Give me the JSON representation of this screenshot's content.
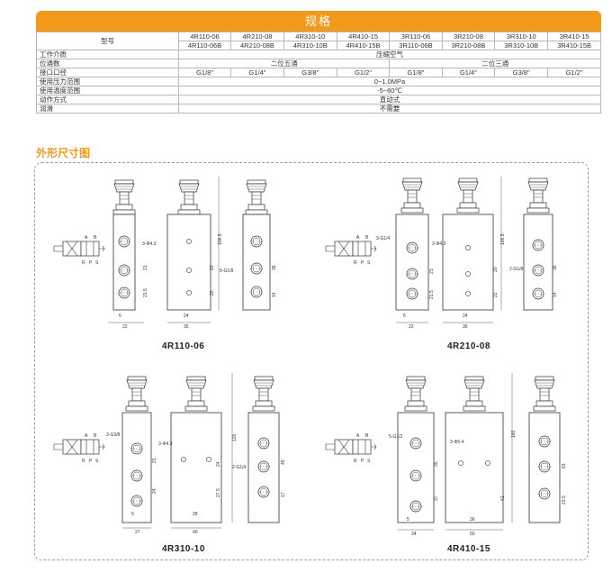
{
  "spec": {
    "title": "规格",
    "model_label": "型号",
    "models_5way_row1": [
      "4R110-06",
      "4R210-08",
      "4R310-10",
      "4R410-15"
    ],
    "models_5way_row2": [
      "4R110-06B",
      "4R210-08B",
      "4R310-10B",
      "4R410-15B"
    ],
    "models_3way_row1": [
      "3R110-06",
      "3R210-08",
      "3R310-10",
      "3R410-15"
    ],
    "models_3way_row2": [
      "3R110-06B",
      "3R210-08B",
      "3R310-10B",
      "3R410-15B"
    ],
    "rows": {
      "medium": {
        "label": "工作介质",
        "value": "压缩空气"
      },
      "positions": {
        "label": "位通数",
        "five": "二位五通",
        "three": "二位三通"
      },
      "port": {
        "label": "接口口径",
        "values": [
          "G1/8\"",
          "G1/4\"",
          "G3/8\"",
          "G1/2\"",
          "G1/8\"",
          "G1/4\"",
          "G3/8\"",
          "G1/2\""
        ]
      },
      "pressure": {
        "label": "使用压力范围",
        "value": "0~1.0MPa"
      },
      "temperature": {
        "label": "使用温度范围",
        "value": "-5~60℃"
      },
      "action": {
        "label": "动作方式",
        "value": "直动式"
      },
      "lube": {
        "label": "润滑",
        "value": "不需要"
      }
    }
  },
  "dimensions": {
    "title": "外形尺寸图",
    "symbol_ports_top": [
      "A",
      "B"
    ],
    "symbol_ports_bottom": [
      "R",
      "P",
      "S"
    ],
    "drawings": [
      {
        "model": "4R110-06",
        "hole_a": "3-Φ4.3",
        "port": "5-G1/8",
        "height": "106.5",
        "dims": [
          "21",
          "21.5",
          "5",
          "22",
          "24",
          "35",
          "20",
          "22",
          "36",
          "14"
        ]
      },
      {
        "model": "4R210-08",
        "hole_a": "3-G1/4",
        "hole_b": "3-Φ4.3",
        "port": "2-G1/8",
        "height": "106.5",
        "dims": [
          "21",
          "21.5",
          "5",
          "22",
          "24",
          "35",
          "20",
          "22",
          "36",
          "14"
        ]
      },
      {
        "model": "4R310-10",
        "hole_a": "3-G3/8",
        "hole_b": "3-Φ4.3",
        "port": "2-G1/4",
        "height": "126",
        "dims": [
          "21",
          "24",
          "27.5",
          "5",
          "27",
          "28",
          "40",
          "24",
          "45",
          "17"
        ]
      },
      {
        "model": "4R410-15",
        "hole_a": "5-G1/2",
        "hole_b": "3-Φ5.4",
        "port": "",
        "height": "160",
        "dims": [
          "35",
          "37",
          "5",
          "34",
          "36",
          "50",
          "41",
          "63",
          "23.5"
        ]
      }
    ]
  }
}
